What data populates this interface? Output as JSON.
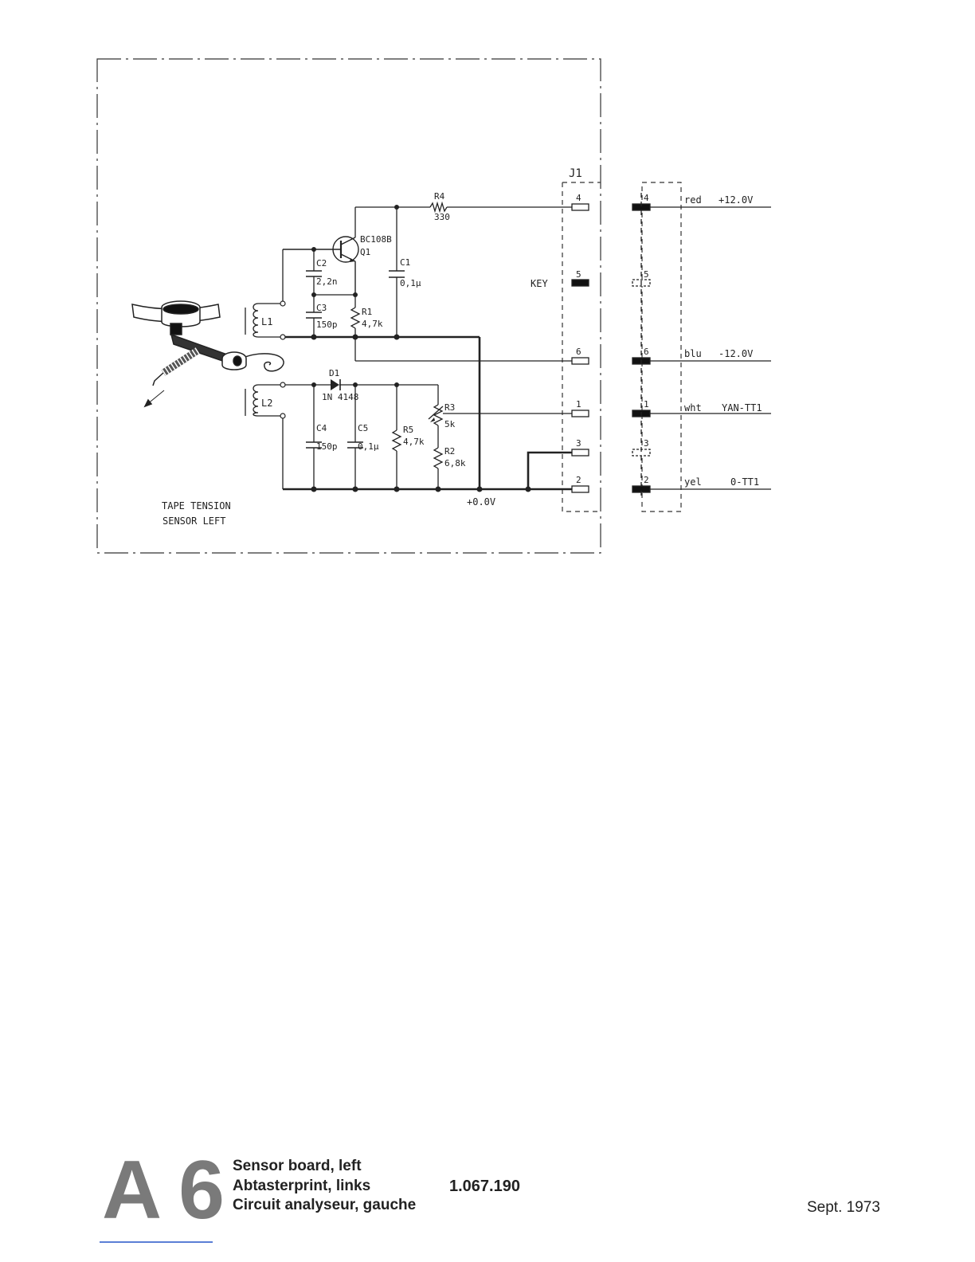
{
  "schematic": {
    "board_label_line1": "TAPE TENSION",
    "board_label_line2": "SENSOR LEFT",
    "connector_label": "J1",
    "key_label": "KEY",
    "ground_label": "+0.0V",
    "components": {
      "r4_name": "R4",
      "r4_value": "330",
      "q1_type": "BC108B",
      "q1_name": "Q1",
      "c2_name": "C2",
      "c2_value": "2,2n",
      "c3_name": "C3",
      "c3_value": "150p",
      "c1_name": "C1",
      "c1_value": "0,1µ",
      "r1_name": "R1",
      "r1_value": "4,7k",
      "l1_name": "L1",
      "l2_name": "L2",
      "d1_name": "D1",
      "d1_type": "1N 4148",
      "c4_name": "C4",
      "c4_value": "150p",
      "c5_name": "C5",
      "c5_value": "0,1µ",
      "r5_name": "R5",
      "r5_value": "4,7k",
      "r3_name": "R3",
      "r3_value": "5k",
      "r2_name": "R2",
      "r2_value": "6,8k"
    },
    "pins": [
      "4",
      "5",
      "6",
      "1",
      "3",
      "2"
    ],
    "plug_pins": [
      "4",
      "5",
      "6",
      "1",
      "3",
      "2"
    ],
    "wires": [
      {
        "color": "red",
        "signal": "+12.0V"
      },
      {
        "color": "blu",
        "signal": "-12.0V"
      },
      {
        "color": "wht",
        "signal": "YAN-TT1"
      },
      {
        "color": "yel",
        "signal": "0-TT1"
      }
    ]
  },
  "footer": {
    "code": "A 6",
    "title_en": "Sensor board, left",
    "title_de": "Abtasterprint, links",
    "title_fr": "Circuit analyseur, gauche",
    "part_number": "1.067.190",
    "date": "Sept. 1973"
  }
}
